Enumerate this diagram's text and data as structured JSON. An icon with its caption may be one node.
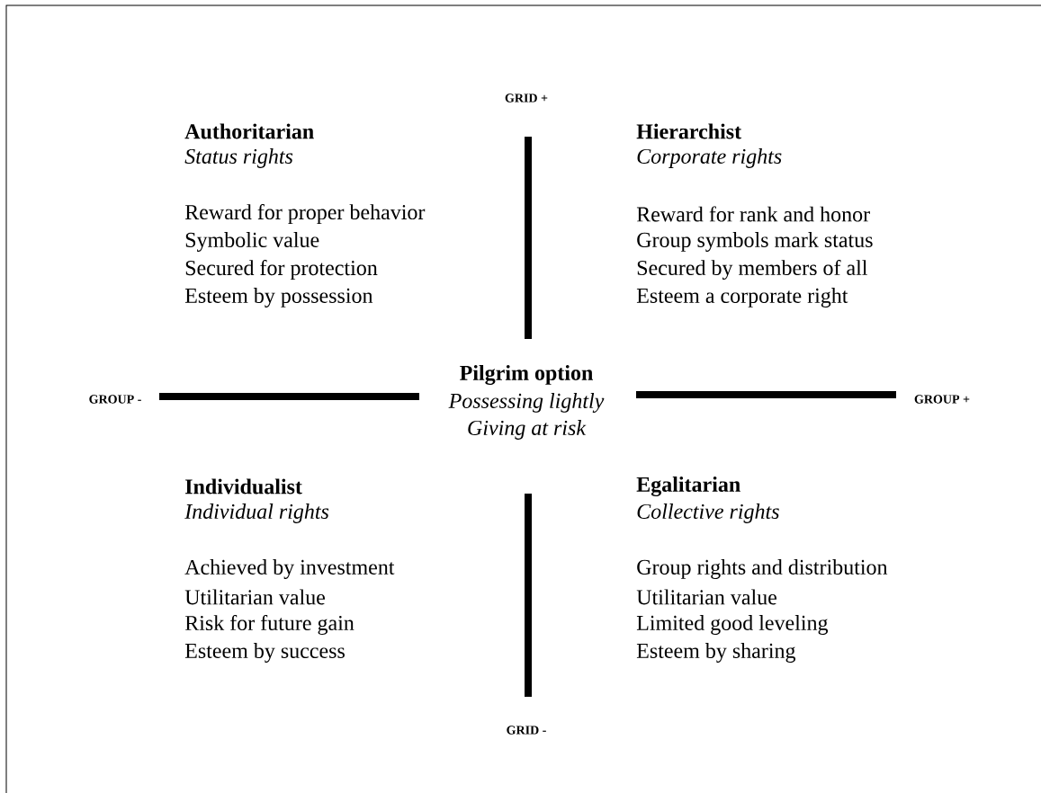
{
  "diagram": {
    "labels": [
      "GRID +",
      "Authoritarian",
      "Status rights",
      "Reward for proper behavior",
      "Symbolic value",
      "Secured for protection",
      "Esteem by possession",
      "Hierarchist",
      "Corporate rights",
      "Reward for rank and honor",
      "Group symbols mark status",
      "Secured by members of all",
      "Esteem a corporate right",
      "GROUP -",
      "Pilgrim option",
      "Possessing lightly",
      "Giving at risk",
      "GROUP +",
      "Individualist",
      "Individual rights",
      "Achieved by investment",
      "Utilitarian value",
      "Risk for future gain",
      "Esteem by success",
      "Egalitarian",
      "Collective rights",
      "Group rights and distribution",
      "Utilitarian value",
      "Limited good leveling",
      "Esteem by sharing",
      "GRID -"
    ]
  }
}
